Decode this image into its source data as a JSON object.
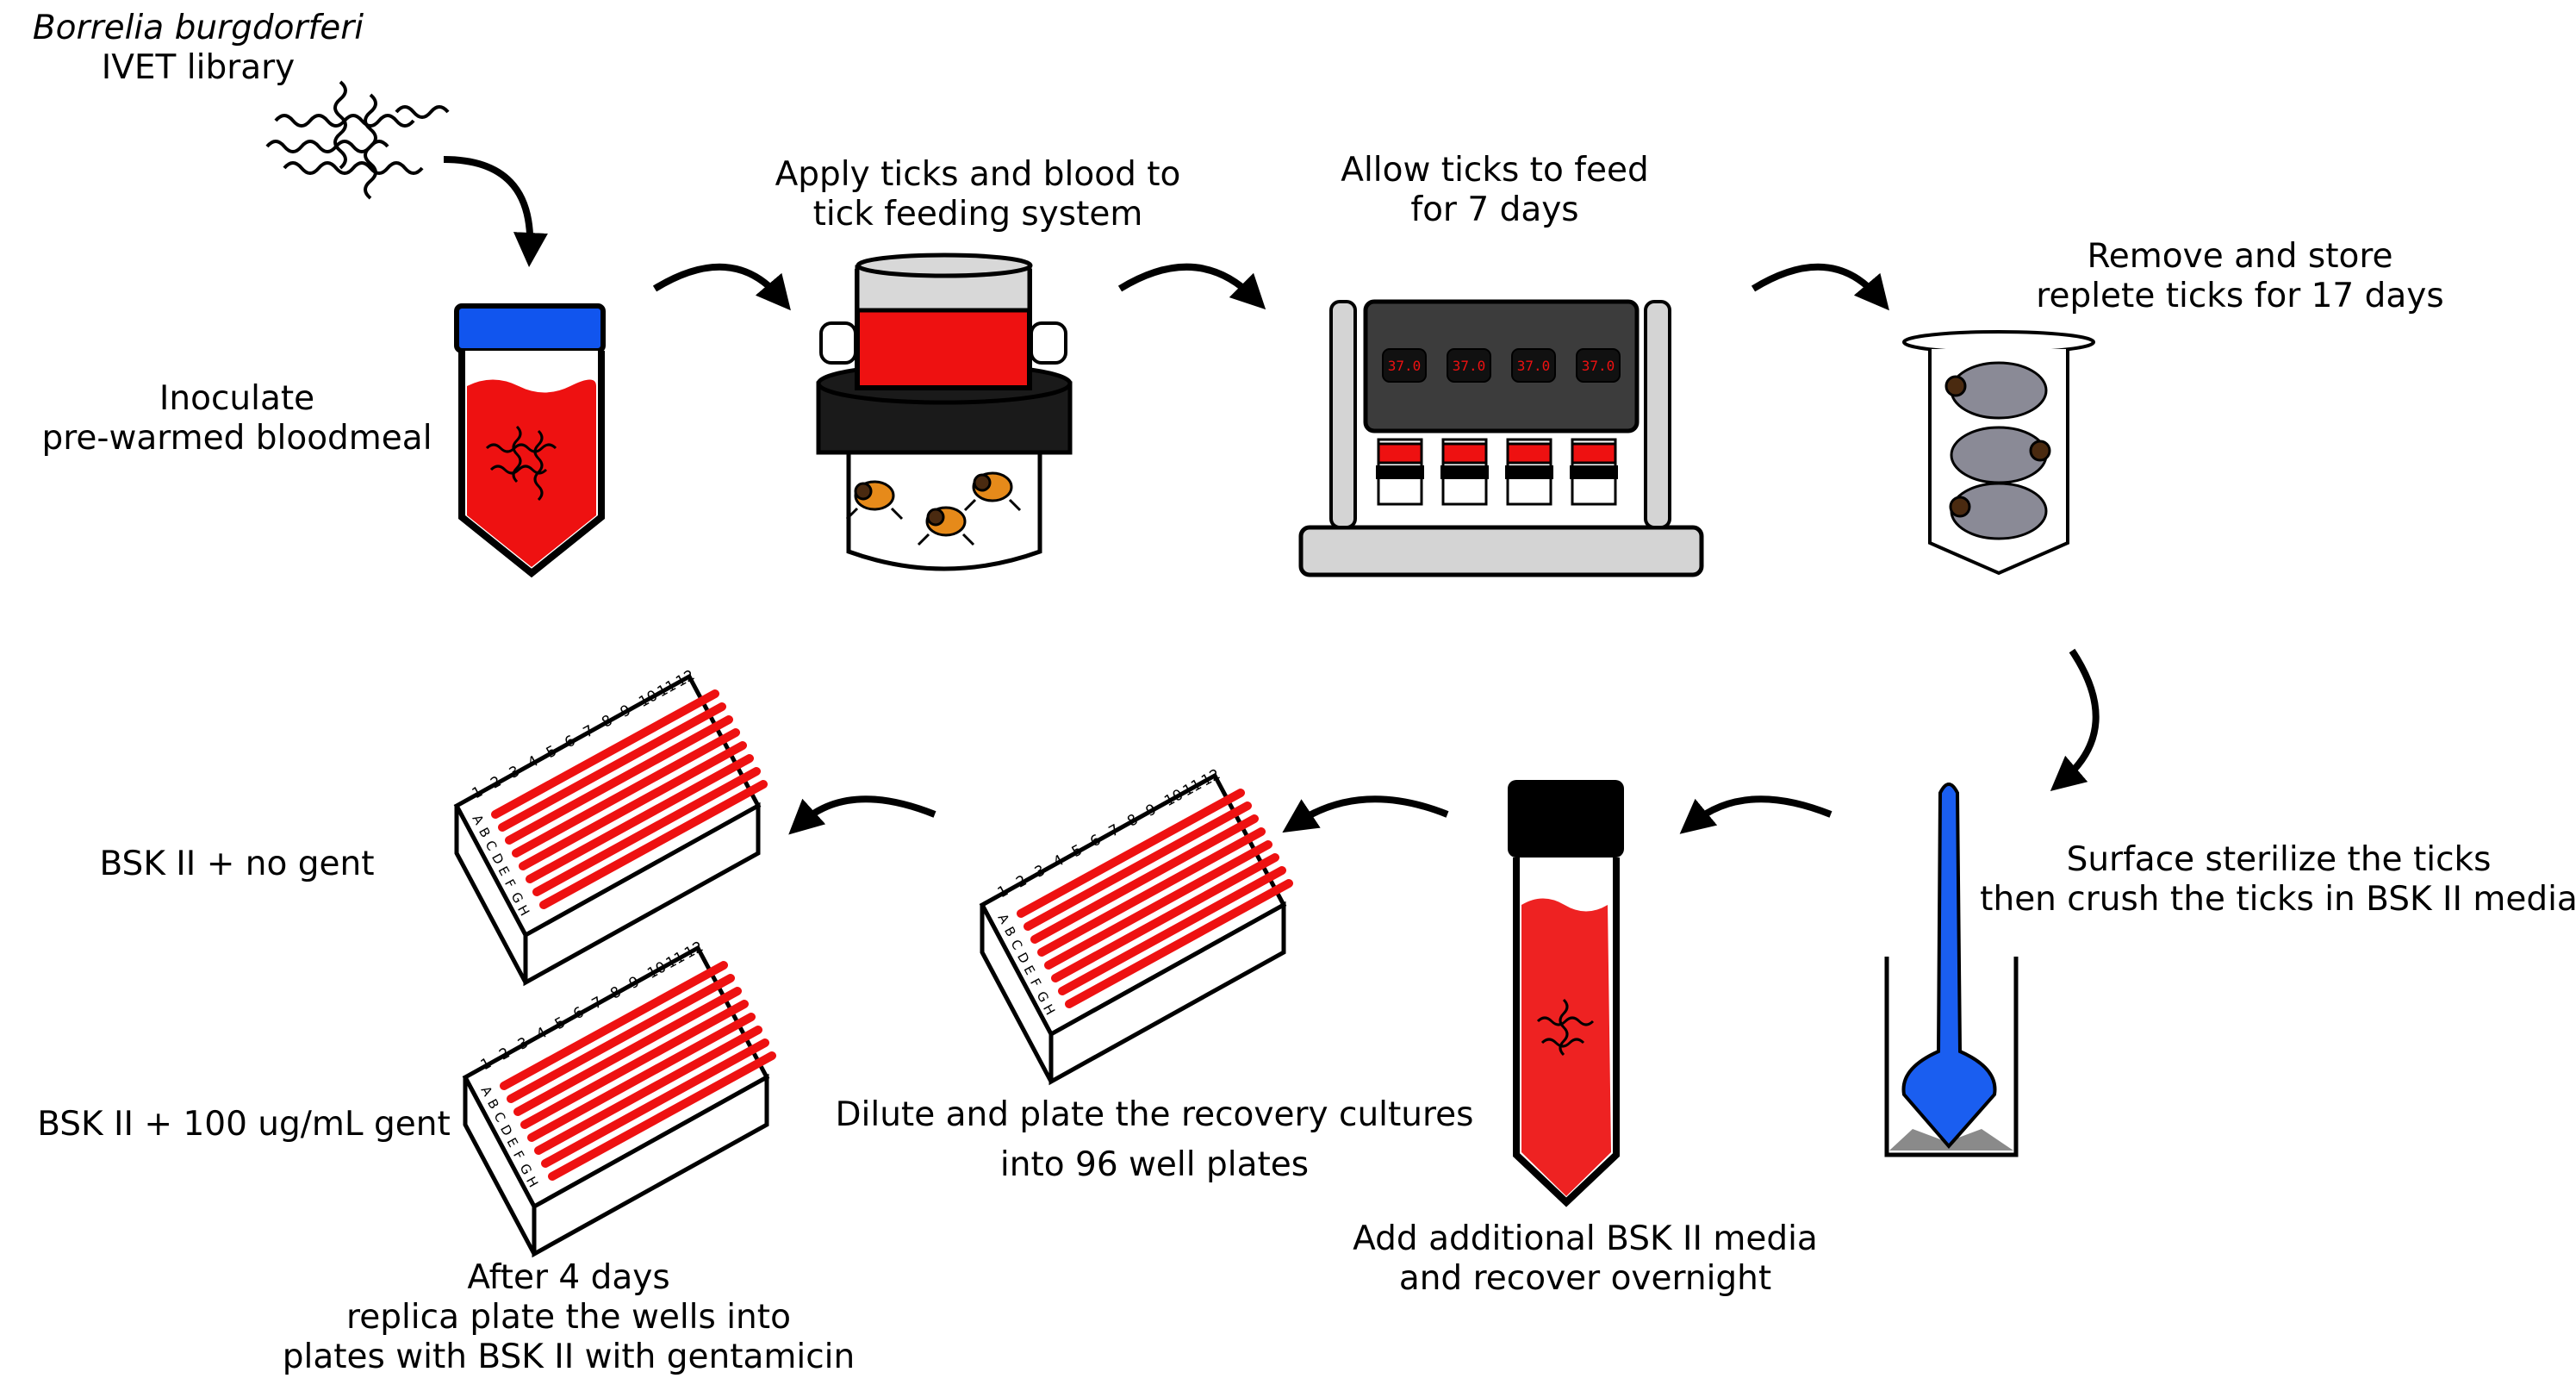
{
  "steps": {
    "library": {
      "species": "Borrelia burgdorferi",
      "name": "IVET library"
    },
    "inoculate": {
      "line1": "Inoculate",
      "line2": "pre-warmed bloodmeal"
    },
    "apply": {
      "line1": "Apply ticks and blood to",
      "line2": "tick feeding system"
    },
    "feed": {
      "line1": "Allow ticks to feed",
      "line2": "for 7 days"
    },
    "store": {
      "line1": "Remove and store",
      "line2": "replete ticks for 17 days"
    },
    "sterilize": {
      "line1": "Surface sterilize the ticks",
      "line2": "then crush the ticks in BSK II media"
    },
    "recover": {
      "line1": "Add additional BSK II media",
      "line2": "and recover overnight"
    },
    "dilute": {
      "line1": "Dilute and plate the recovery cultures",
      "line2": "into 96 well plates"
    },
    "replica": {
      "line1": "After 4 days",
      "line2": "replica plate the wells into",
      "line3": "plates with BSK II with gentamicin"
    },
    "no_gent": {
      "label": "BSK II + no gent"
    },
    "with_gent": {
      "label": "BSK II + 100 ug/mL gent"
    }
  },
  "incubator": {
    "displays": [
      "37.0",
      "37.0",
      "37.0",
      "37.0"
    ]
  },
  "plate": {
    "columns": [
      "1",
      "2",
      "3",
      "4",
      "5",
      "6",
      "7",
      "8",
      "9",
      "10",
      "11",
      "12"
    ],
    "rows": [
      "A",
      "B",
      "C",
      "D",
      "E",
      "F",
      "G",
      "H"
    ]
  },
  "colors": {
    "blood": "#ee1111",
    "cap_blue": "#1155ee",
    "tick_orange": "#e68a1a",
    "tick_gray": "#8a8a96",
    "incubator_dark": "#3c3c3c",
    "pestle_blue": "#1a5ef0"
  }
}
